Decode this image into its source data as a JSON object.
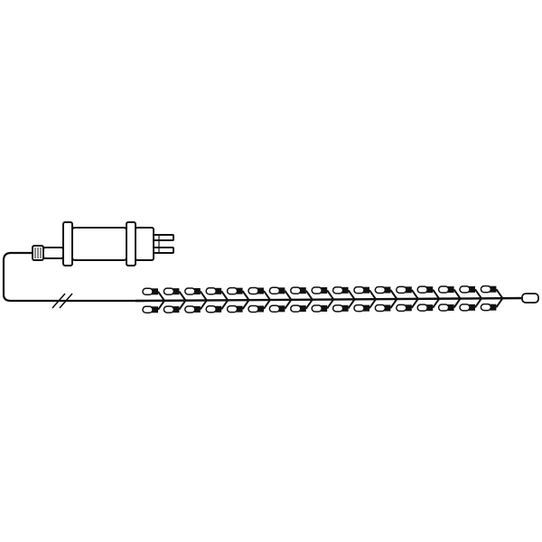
{
  "diagram": {
    "subject": "led-string-light-with-plug-transformer",
    "colors": {
      "stroke": "#111111",
      "fill": "#ffffff",
      "background": "#ffffff"
    },
    "led_count_upper_row": 17,
    "led_count_lower_row": 17,
    "end_cap_count": 1,
    "cable_break_marks": 2
  }
}
